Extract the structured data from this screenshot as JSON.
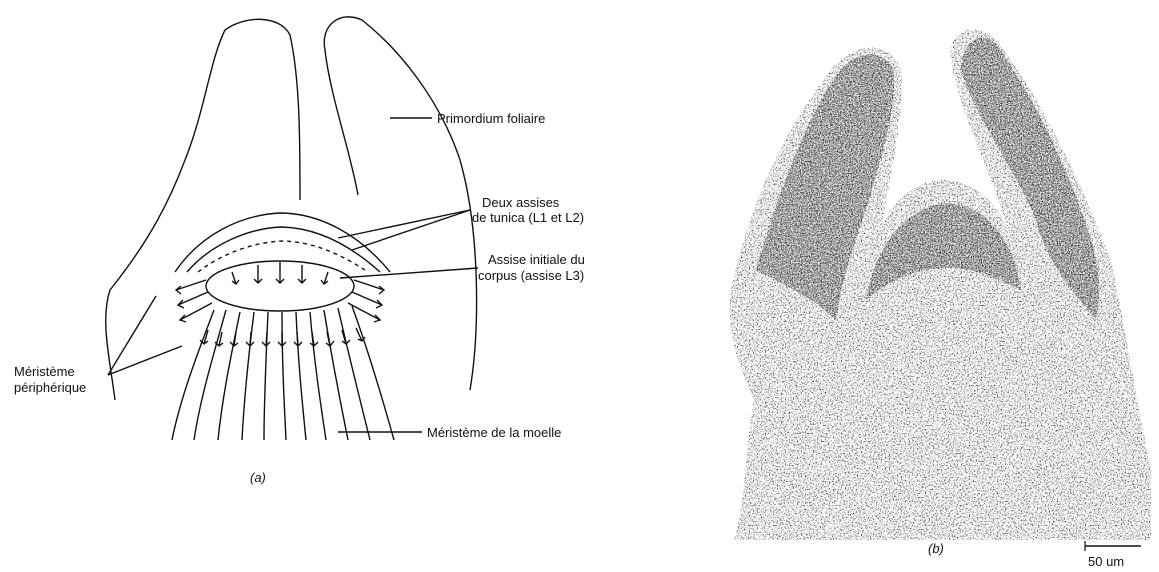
{
  "labels": {
    "primordium": "Primordium foliaire",
    "tunica_line1": "Deux assises",
    "tunica_line2": "de tunica (L1 et L2)",
    "corpus_line1": "Assise initiale du",
    "corpus_line2": "corpus (assise L3)",
    "peripheral_line1": "Méristème",
    "peripheral_line2": "périphérique",
    "pith": "Méristème de la moelle"
  },
  "captions": {
    "a": "(a)",
    "b": "(b)"
  },
  "scale_bar": "50 um"
}
